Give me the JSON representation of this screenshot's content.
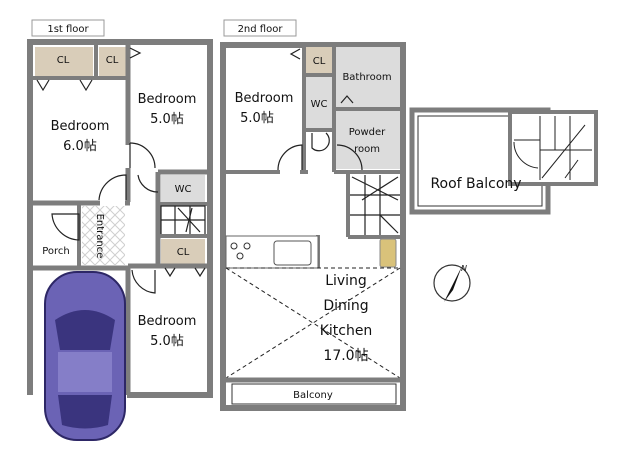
{
  "floors": {
    "first": {
      "label": "1st floor",
      "rooms": {
        "cl1": "CL",
        "cl2": "CL",
        "cl3": "CL",
        "bedroom_a": {
          "name": "Bedroom",
          "size": "6.0帖"
        },
        "bedroom_b": {
          "name": "Bedroom",
          "size": "5.0帖"
        },
        "bedroom_c": {
          "name": "Bedroom",
          "size": "5.0帖"
        },
        "wc": "WC",
        "porch": "Porch",
        "entrance": "Entrance"
      }
    },
    "second": {
      "label": "2nd floor",
      "rooms": {
        "cl": "CL",
        "wc": "WC",
        "bathroom": "Bathroom",
        "powder_line1": "Powder",
        "powder_line2": "room",
        "bedroom": {
          "name": "Bedroom",
          "size": "5.0帖"
        },
        "ldk": {
          "line1": "Living",
          "line2": "Dining",
          "line3": "Kitchen",
          "size": "17.0帖"
        },
        "balcony": "Balcony"
      }
    },
    "roof": {
      "label": "Roof Balcony"
    }
  },
  "compass": {
    "north": "N"
  },
  "colors": {
    "wall": "#7d7d7d",
    "closet": "#d9cdb9",
    "wet": "#dcdcdc",
    "car": "#6b63b5",
    "fridge": "#d9c27a"
  }
}
